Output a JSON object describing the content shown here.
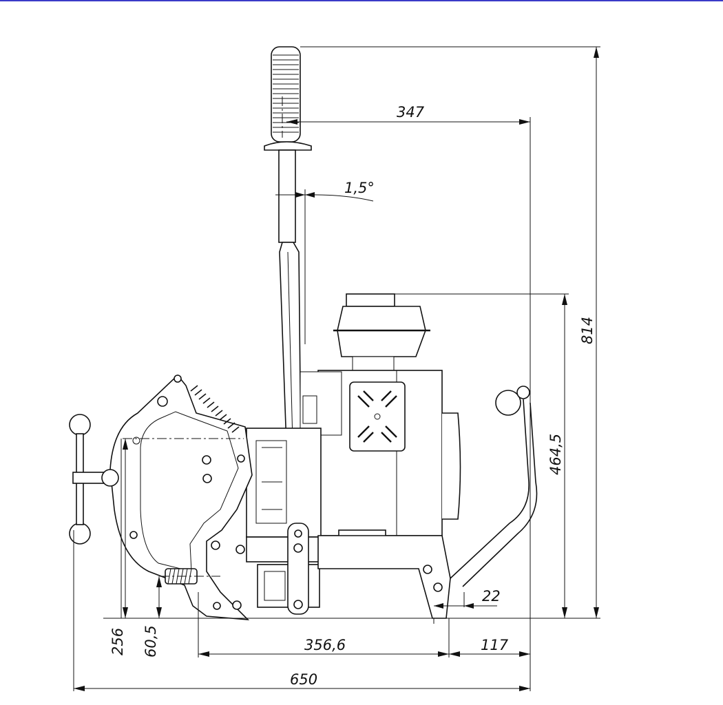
{
  "dimensions": {
    "total_height": "814",
    "handle_offset": "347",
    "handle_angle": "1,5°",
    "engine_height": "464,5",
    "clearance": "22",
    "clamp_height": "256",
    "clamp_axis_height": "60,5",
    "base_length": "356,6",
    "rear_offset": "117",
    "total_width": "650"
  },
  "colors": {
    "line": "#111111",
    "background": "#ffffff",
    "top_border": "#3a3ac8"
  }
}
